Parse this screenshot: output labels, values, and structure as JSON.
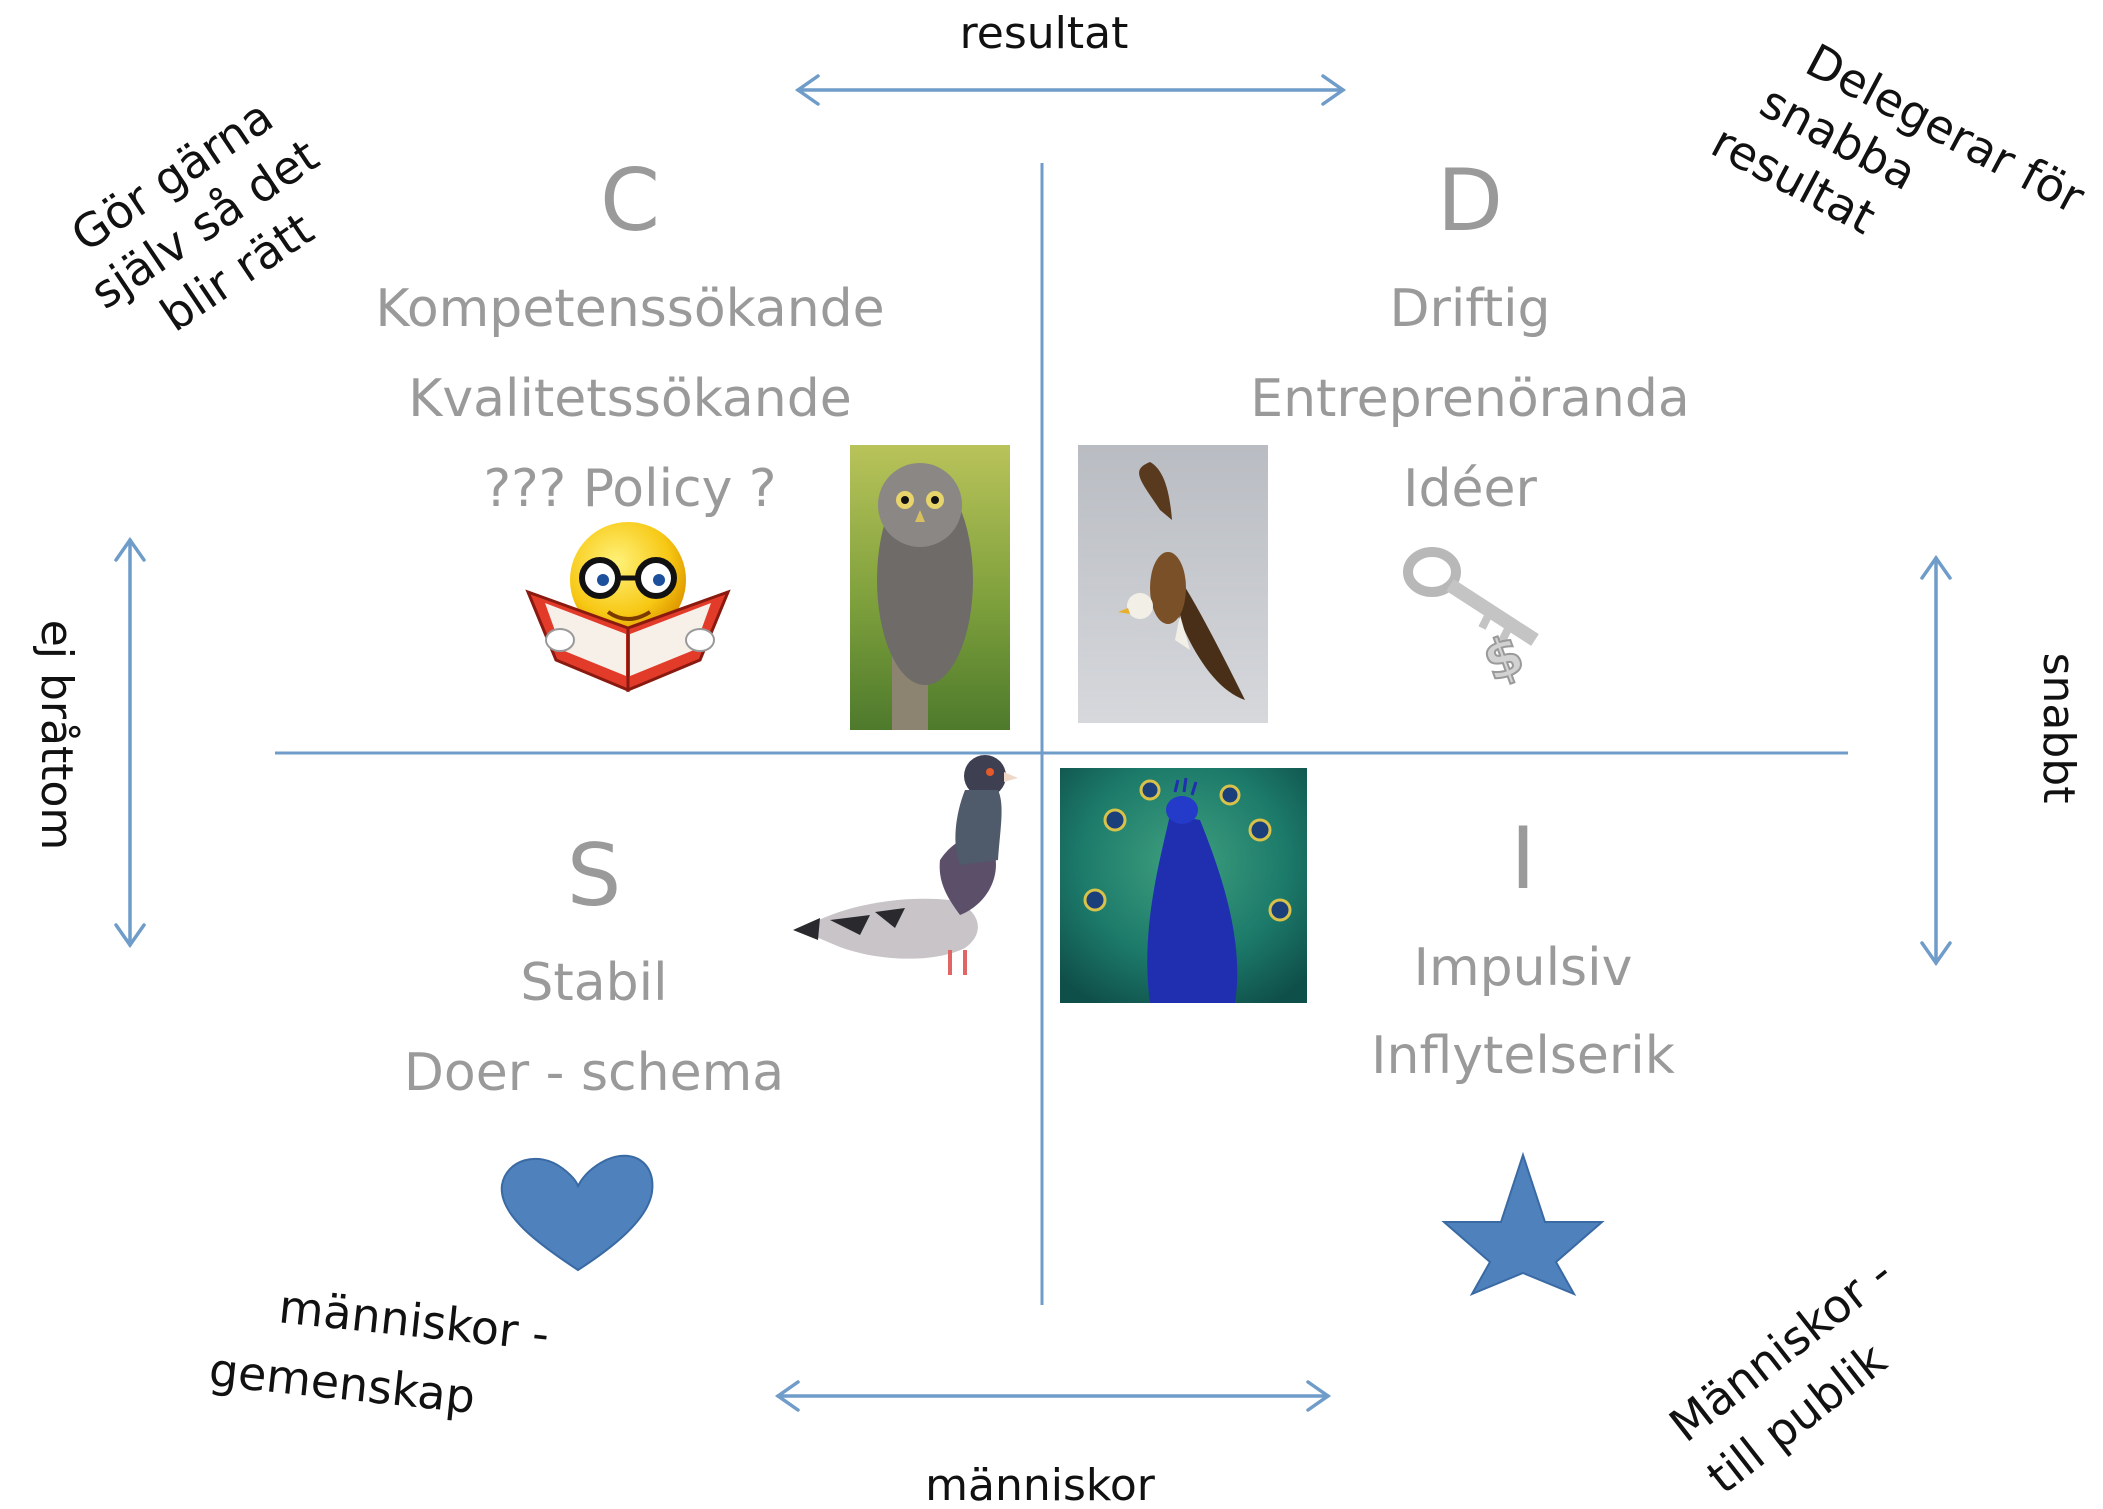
{
  "axes": {
    "top": "resultat",
    "bottom": "människor",
    "left": "ej bråttom",
    "right": "snabbt"
  },
  "corners": {
    "top_left": [
      "Gör gärna",
      "själv så det",
      "blir rätt"
    ],
    "top_right": [
      "Delegerar för",
      "snabba",
      "resultat"
    ],
    "bottom_left": [
      "människor -",
      "gemenskap"
    ],
    "bottom_right": [
      "Människor -",
      "till publik"
    ]
  },
  "quadrants": {
    "C": {
      "letter": "C",
      "traits": [
        "Kompetenssökande",
        "Kvalitetssökande",
        "??? Policy ?"
      ]
    },
    "D": {
      "letter": "D",
      "traits": [
        "Driftig",
        "Entreprenöranda",
        "Idéer"
      ]
    },
    "S": {
      "letter": "S",
      "traits": [
        "Stabil",
        "Doer - schema"
      ]
    },
    "I": {
      "letter": "I",
      "traits": [
        "Impulsiv",
        "Inflytelserik"
      ]
    }
  },
  "colors": {
    "axis_line": "#6f9cc9",
    "quadrant_text": "#9a9a9a",
    "heart": "#4f81bd",
    "star": "#4f81bd"
  },
  "icons": [
    "reading-smiley-icon",
    "owl-photo",
    "eagle-photo",
    "key-dollar-icon",
    "pigeon-photo",
    "peacock-photo",
    "heart-icon",
    "star-icon"
  ]
}
